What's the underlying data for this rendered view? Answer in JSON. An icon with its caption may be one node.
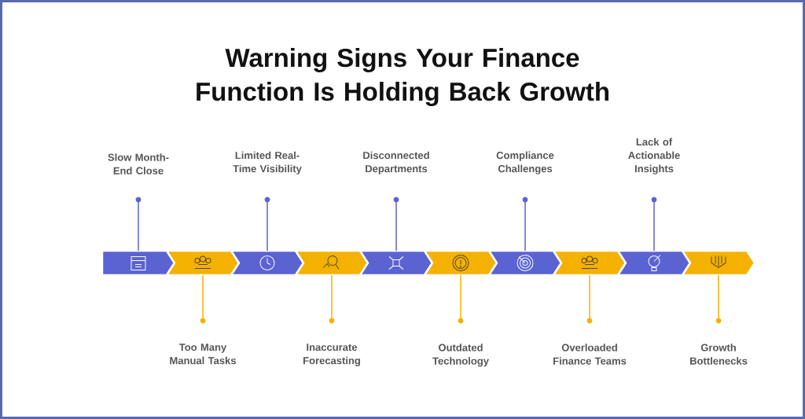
{
  "diagram": {
    "title": "Warning Signs Your Finance Function Is Holding Back Growth",
    "nodes": [
      {
        "text": [
          "Slow Month-End Close"
        ]
      },
      {
        "text": [
          "Too Many Manual Tasks"
        ]
      },
      {
        "text": [
          "Limited Real-Time Visibility"
        ]
      },
      {
        "text": [
          "Inaccurate Forecasting"
        ]
      },
      {
        "text": [
          "Disconnected Departments"
        ]
      },
      {
        "text": [
          "Outdated Technology"
        ]
      },
      {
        "text": [
          "Compliance Challenges"
        ]
      },
      {
        "text": [
          "Overloaded Finance Teams"
        ]
      },
      {
        "text": [
          "Lack of Actionable Insights"
        ]
      },
      {
        "text": [
          "Growth Bottlenecks"
        ]
      },
      {
        "text": [],
        "shape": "chevron"
      },
      {
        "text": [],
        "shape": "chevron"
      },
      {
        "text": [],
        "shape": "chevron"
      },
      {
        "text": [],
        "shape": "chevron"
      },
      {
        "text": [],
        "shape": "chevron"
      },
      {
        "text": [],
        "shape": "chevron"
      },
      {
        "text": [],
        "shape": "chevron"
      },
      {
        "text": [],
        "shape": "chevron"
      },
      {
        "text": [],
        "shape": "chevron"
      },
      {
        "text": [],
        "shape": "chevron"
      }
    ],
    "edges": [
      {
        "from": 0,
        "to": 10,
        "arrow": "other",
        "color": "#5b63d3"
      },
      {
        "from": 1,
        "to": 11,
        "arrow": "other",
        "color": "#f5b100"
      },
      {
        "from": 2,
        "to": 12,
        "arrow": "other",
        "color": "#5b63d3"
      },
      {
        "from": 3,
        "to": 13,
        "arrow": "other",
        "color": "#f5b100"
      },
      {
        "from": 4,
        "to": 14,
        "arrow": "other",
        "color": "#5b63d3"
      },
      {
        "from": 5,
        "to": 15,
        "arrow": "other",
        "color": "#f5b100"
      },
      {
        "from": 6,
        "to": 16,
        "arrow": "other",
        "color": "#5b63d3"
      },
      {
        "from": 7,
        "to": 17,
        "arrow": "other",
        "color": "#f5b100"
      },
      {
        "from": 8,
        "to": 18,
        "arrow": "other",
        "color": "#5b63d3"
      },
      {
        "from": 9,
        "to": 19,
        "arrow": "other",
        "color": "#f5b100"
      }
    ]
  }
}
